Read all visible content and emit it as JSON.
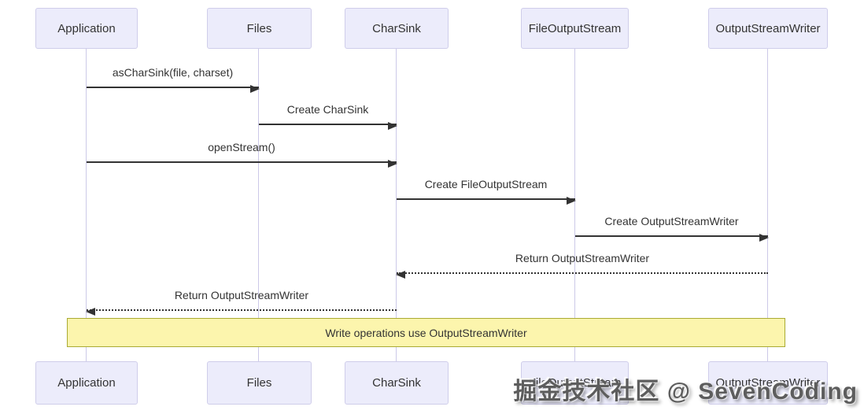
{
  "diagram": {
    "type": "sequence",
    "participants": [
      {
        "name": "Application"
      },
      {
        "name": "Files"
      },
      {
        "name": "CharSink"
      },
      {
        "name": "FileOutputStream"
      },
      {
        "name": "OutputStreamWriter"
      }
    ],
    "messages": [
      {
        "from": "Application",
        "to": "Files",
        "label": "asCharSink(file, charset)",
        "style": "solid"
      },
      {
        "from": "Files",
        "to": "CharSink",
        "label": "Create CharSink",
        "style": "solid"
      },
      {
        "from": "Application",
        "to": "CharSink",
        "label": "openStream()",
        "style": "solid"
      },
      {
        "from": "CharSink",
        "to": "FileOutputStream",
        "label": "Create FileOutputStream",
        "style": "solid"
      },
      {
        "from": "FileOutputStream",
        "to": "OutputStreamWriter",
        "label": "Create OutputStreamWriter",
        "style": "solid"
      },
      {
        "from": "OutputStreamWriter",
        "to": "CharSink",
        "label": "Return OutputStreamWriter",
        "style": "dotted"
      },
      {
        "from": "CharSink",
        "to": "Application",
        "label": "Return OutputStreamWriter",
        "style": "dotted"
      }
    ],
    "note": {
      "over": "all participants",
      "label": "Write operations use OutputStreamWriter"
    },
    "colors": {
      "actor_fill": "#ECECFB",
      "actor_border": "#CFCDEA",
      "lifeline": "#CCC9E8",
      "arrow": "#333333",
      "text": "#333333",
      "note_fill": "#FCF5AD",
      "note_border": "#AAAA33",
      "bg": "#FFFFFF"
    }
  },
  "watermark": {
    "text": "掘金技术社区 @ SevenCoding"
  }
}
